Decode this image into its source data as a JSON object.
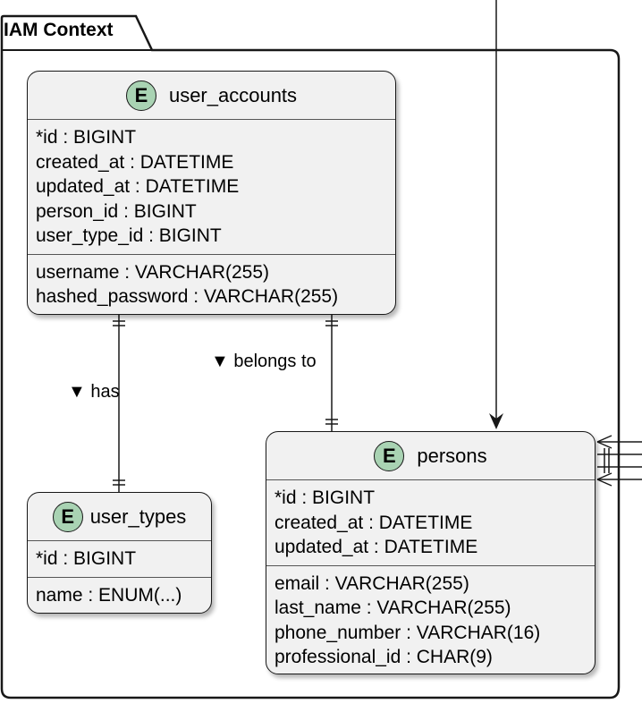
{
  "package": {
    "title": "IAM Context"
  },
  "entities": {
    "user_accounts": {
      "name": "user_accounts",
      "badge": "E",
      "keys": [
        "*id : BIGINT",
        "created_at : DATETIME",
        "updated_at : DATETIME",
        "person_id : BIGINT",
        "user_type_id : BIGINT"
      ],
      "fields": [
        "username : VARCHAR(255)",
        "hashed_password : VARCHAR(255)"
      ]
    },
    "user_types": {
      "name": "user_types",
      "badge": "E",
      "keys": [
        "*id : BIGINT"
      ],
      "fields": [
        "name : ENUM(...)"
      ]
    },
    "persons": {
      "name": "persons",
      "badge": "E",
      "keys": [
        "*id : BIGINT",
        "created_at : DATETIME",
        "updated_at : DATETIME"
      ],
      "fields": [
        "email : VARCHAR(255)",
        "last_name : VARCHAR(255)",
        "phone_number : VARCHAR(16)",
        "professional_id : CHAR(9)"
      ]
    }
  },
  "relations": {
    "has": "▼ has",
    "belongs_to": "▼ belongs to"
  },
  "colors": {
    "badge": "#a9d3b3",
    "entity_fill": "#f1f1f1",
    "line": "#181818"
  }
}
